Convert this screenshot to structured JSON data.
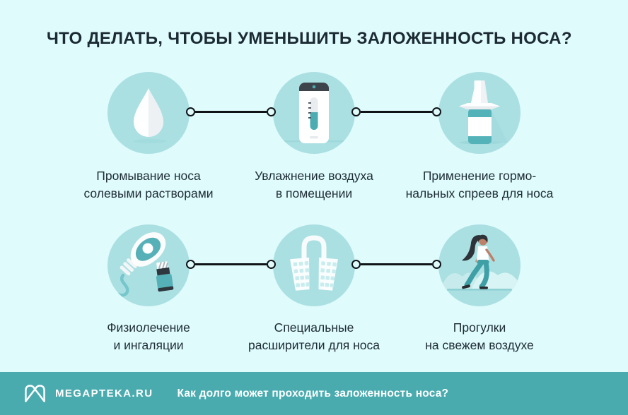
{
  "title": "ЧТО ДЕЛАТЬ, ЧТОБЫ УМЕНЬШИТЬ ЗАЛОЖЕННОСТЬ НОСА?",
  "items": [
    {
      "icon": "water-drop-icon",
      "line1": "Промывание носа",
      "line2": "солевыми растворами"
    },
    {
      "icon": "humidifier-icon",
      "line1": "Увлажнение воздуха",
      "line2": "в помещении"
    },
    {
      "icon": "nasal-spray-icon",
      "line1": "Применение гормо-",
      "line2": "нальных спреев для носа"
    },
    {
      "icon": "inhaler-mask-icon",
      "line1": "Физиолечение",
      "line2": "и ингаляции"
    },
    {
      "icon": "nasal-dilator-icon",
      "line1": "Специальные",
      "line2": "расширители для носа"
    },
    {
      "icon": "walking-person-icon",
      "line1": "Прогулки",
      "line2": "на свежем воздухе"
    }
  ],
  "footer": {
    "brand": "MEGAPTEKA.RU",
    "question": "Как долго может проходить заложенность носа?",
    "logo_icon": "megapteka-logo-icon"
  },
  "colors": {
    "background": "#dffbfc",
    "circle": "#abe0e3",
    "accent_teal": "#4fb0b6",
    "text_dark": "#1d2b33",
    "footer_background": "#4aabaf",
    "footer_text": "#ffffff",
    "connector": "#101417"
  }
}
